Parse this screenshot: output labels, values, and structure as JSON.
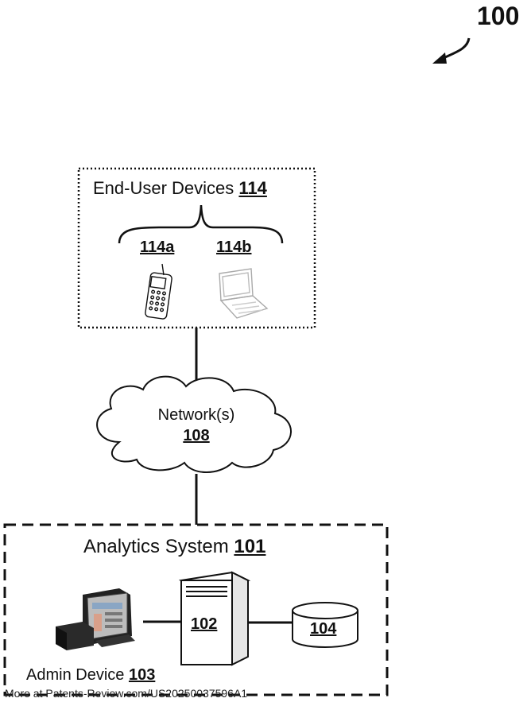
{
  "figure": {
    "number": "100"
  },
  "end_user_devices": {
    "title": "End-User Devices",
    "ref": "114",
    "devices": [
      {
        "ref": "114a",
        "icon": "mobile-phone-icon"
      },
      {
        "ref": "114b",
        "icon": "laptop-icon"
      }
    ]
  },
  "network": {
    "title": "Network(s)",
    "ref": "108"
  },
  "analytics_system": {
    "title": "Analytics System",
    "ref": "101",
    "server_ref": "102",
    "database_ref": "104",
    "admin_device": {
      "title": "Admin Device",
      "ref": "103"
    }
  },
  "footer": {
    "watermark": "More at Patents-Review.com/US20250037596A1"
  }
}
